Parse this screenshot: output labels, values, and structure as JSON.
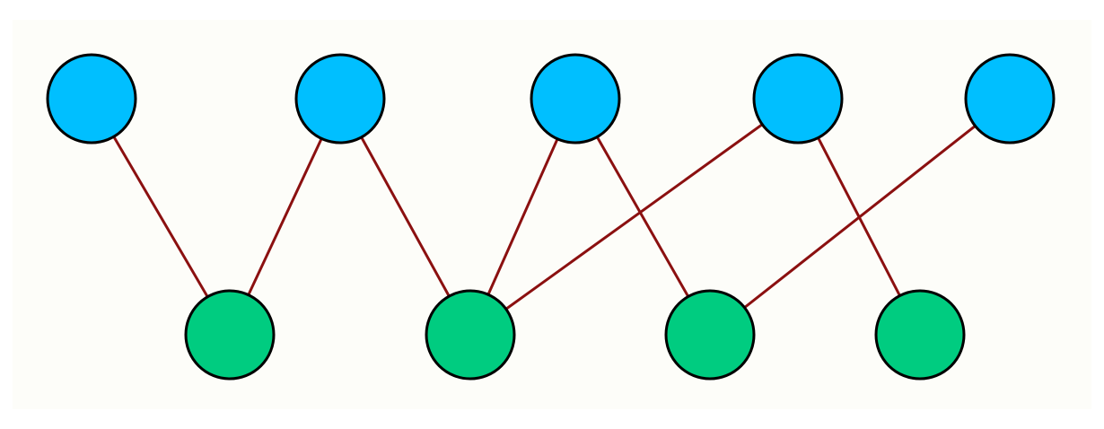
{
  "colors": {
    "canvas": "#fdfdf9",
    "top_node": "#00bfff",
    "bottom_node": "#00cc80",
    "edge": "#8b1010",
    "outline": "#000000"
  },
  "nodes": {
    "top": [
      "t1",
      "t2",
      "t3",
      "t4",
      "t5"
    ],
    "bottom": [
      "b1",
      "b2",
      "b3",
      "b4"
    ]
  },
  "edges": [
    [
      "t1",
      "b1"
    ],
    [
      "t2",
      "b1"
    ],
    [
      "t2",
      "b2"
    ],
    [
      "t3",
      "b2"
    ],
    [
      "t3",
      "b3"
    ],
    [
      "t4",
      "b2"
    ],
    [
      "t4",
      "b4"
    ],
    [
      "t5",
      "b3"
    ]
  ]
}
